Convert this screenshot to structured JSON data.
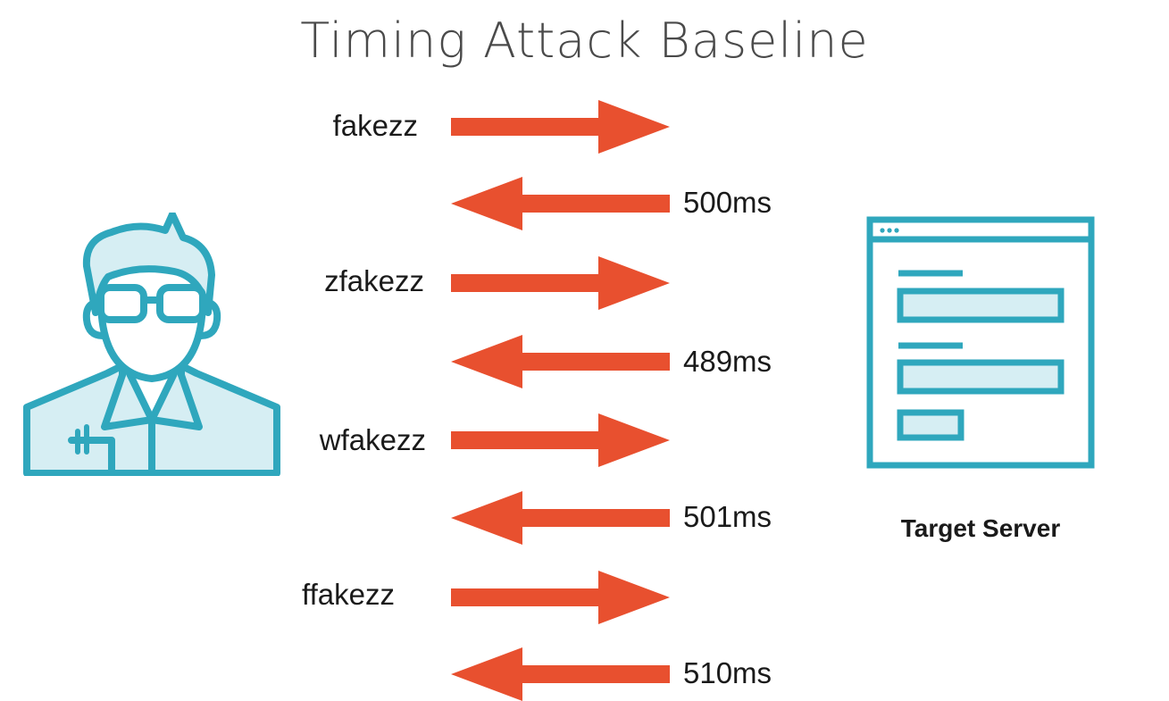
{
  "title": "Timing Attack Baseline",
  "exchanges": [
    {
      "request": "fakezz",
      "response": "500ms"
    },
    {
      "request": "zfakezz",
      "response": "489ms"
    },
    {
      "request": "wfakezz",
      "response": "501ms"
    },
    {
      "request": "ffakezz",
      "response": "510ms"
    }
  ],
  "server": {
    "label": "Target Server"
  },
  "colors": {
    "arrow": "#e8502f",
    "icon_stroke": "#2fa7bd",
    "icon_fill": "#d6eef3"
  },
  "icons": {
    "user": "user-icon",
    "server": "server-window-icon"
  }
}
